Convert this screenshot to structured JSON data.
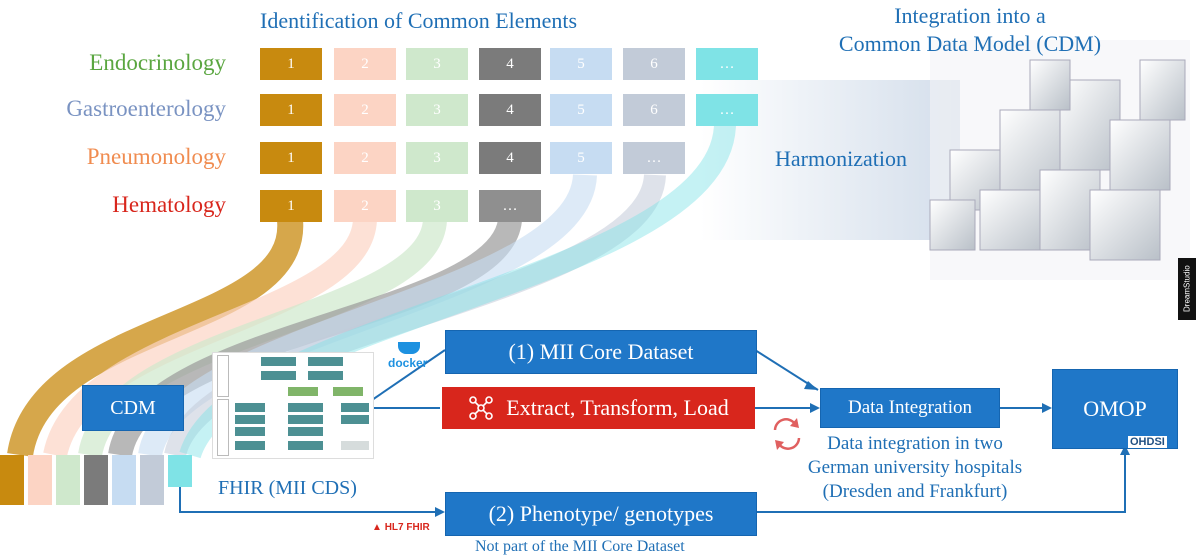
{
  "header": {
    "left_title": "Identification of Common Elements",
    "right_title_line1": "Integration into a",
    "right_title_line2": "Common Data Model (CDM)",
    "harmonization": "Harmonization"
  },
  "rows": [
    {
      "label": "Endocrinology",
      "color": "#5aa640",
      "cells": [
        "1",
        "2",
        "3",
        "4",
        "5",
        "6",
        "…"
      ]
    },
    {
      "label": "Gastroenterology",
      "color": "#7a93c2",
      "cells": [
        "1",
        "2",
        "3",
        "4",
        "5",
        "6",
        "…"
      ]
    },
    {
      "label": "Pneumonology",
      "color": "#f08c50",
      "cells": [
        "1",
        "2",
        "3",
        "4",
        "5",
        "…"
      ]
    },
    {
      "label": "Hematology",
      "color": "#d8261c",
      "cells": [
        "1",
        "2",
        "3",
        "…"
      ]
    }
  ],
  "cell_colors": [
    "#c88a0f",
    "#fcd4c4",
    "#cfe8cc",
    "#7b7b7b",
    "#c6dcf2",
    "#c2cbd8",
    "#7fe3e6"
  ],
  "pipeline": {
    "cdm": "CDM",
    "fhir_label": "FHIR (MII CDS)",
    "core_dataset": "(1) MII Core Dataset",
    "etl": "Extract, Transform, Load",
    "data_integration": "Data Integration",
    "omop": "OMOP",
    "integration_note_line1": "Data integration in two",
    "integration_note_line2": "German university hospitals",
    "integration_note_line3": "(Dresden and Frankfurt)",
    "phenotype": "(2) Phenotype/ genotypes",
    "phenotype_note": "Not part of the MII Core Dataset"
  },
  "logos": {
    "docker": "docker",
    "hl7": "HL7 FHIR",
    "ohdsi": "OHDSI",
    "dreamstudio": "DreamStudio"
  },
  "colors": {
    "accent_blue": "#1f77c8",
    "etl_red": "#d8261c",
    "title_blue": "#1f6fb5"
  }
}
